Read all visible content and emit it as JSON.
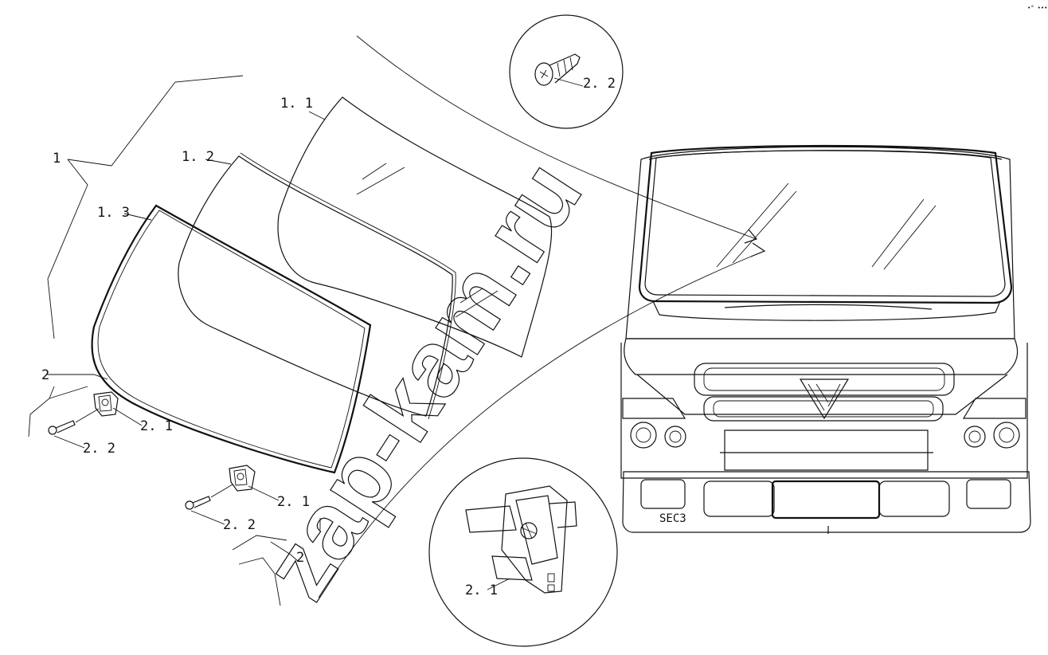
{
  "corner_mark": "•° •••",
  "watermark": "zap-kam.ru",
  "vehicle_code": "SEC3",
  "callouts": {
    "assembly": "1",
    "glass_outer": "1. 1",
    "glass_middle": "1. 2",
    "seal": "1. 3",
    "clip_group_left": "2",
    "clip_group_bottom": "2",
    "clip_left": "2. 1",
    "clip_bottom": "2. 1",
    "clip_detail": "2. 1",
    "screw_left": "2. 2",
    "screw_bottom": "2. 2",
    "screw_detail": "2. 2"
  }
}
